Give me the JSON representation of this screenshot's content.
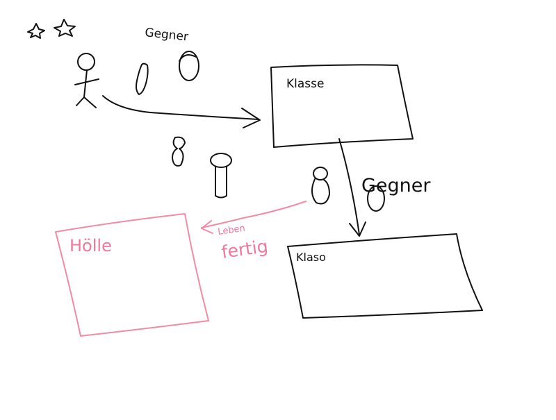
{
  "labels": {
    "gegner_top": "Gegner",
    "klasse_top": "Klasse",
    "gegner_mid": "Gegner",
    "klasse_bottom": "Klaso",
    "hoelle": "Hölle",
    "leben": "Leben",
    "fertig": "fertig"
  },
  "colors": {
    "ink": "#111111",
    "pink": "#f28aa2"
  }
}
